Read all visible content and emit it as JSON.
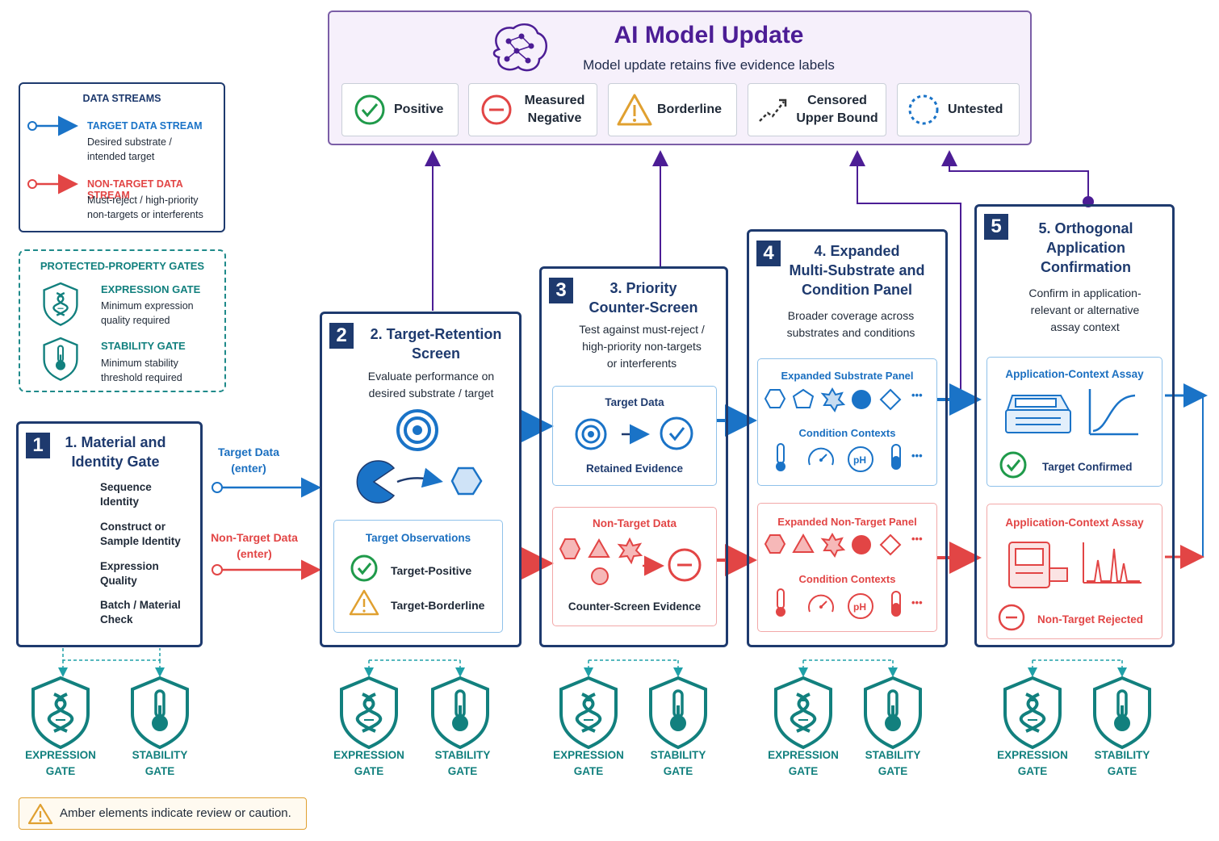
{
  "ai_update": {
    "title": "AI Model Update",
    "subtitle": "Model update retains five evidence labels",
    "labels": [
      {
        "text": "Positive",
        "icon": "check-circle-icon"
      },
      {
        "text": "Measured Negative",
        "icon": "minus-circle-icon"
      },
      {
        "text": "Borderline",
        "icon": "warning-triangle-icon"
      },
      {
        "text": "Censored Upper Bound",
        "icon": "trend-arrow-icon"
      },
      {
        "text": "Untested",
        "icon": "dotted-circle-icon"
      }
    ]
  },
  "legend": {
    "streams_title": "DATA STREAMS",
    "target_title": "TARGET DATA STREAM",
    "target_desc_1": "Desired substrate /",
    "target_desc_2": "intended target",
    "nontarget_title": "NON-TARGET DATA STREAM",
    "nontarget_desc_1": "Must-reject / high-priority",
    "nontarget_desc_2": "non-targets or interferents",
    "gates_title": "PROTECTED-PROPERTY GATES",
    "expr_title": "EXPRESSION GATE",
    "expr_desc_1": "Minimum expression",
    "expr_desc_2": "quality required",
    "stab_title": "STABILITY GATE",
    "stab_desc_1": "Minimum stability",
    "stab_desc_2": "threshold required"
  },
  "flow_labels": {
    "target_1": "Target Data",
    "target_2": "(enter)",
    "nontarget_1": "Non-Target Data",
    "nontarget_2": "(enter)"
  },
  "stage1": {
    "num": "1",
    "title_1": "1. Material and",
    "title_2": "Identity Gate",
    "items": [
      {
        "l1": "Sequence",
        "l2": "Identity"
      },
      {
        "l1": "Construct or",
        "l2": "Sample Identity"
      },
      {
        "l1": "Expression",
        "l2": "Quality"
      },
      {
        "l1": "Batch / Material",
        "l2": "Check"
      }
    ]
  },
  "stage2": {
    "num": "2",
    "title_1": "2. Target-Retention",
    "title_2": "Screen",
    "desc_1": "Evaluate performance on",
    "desc_2": "desired substrate / target",
    "panel_title": "Target Observations",
    "item_1": "Target-Positive",
    "item_2": "Target-Borderline"
  },
  "stage3": {
    "num": "3",
    "title_1": "3. Priority",
    "title_2": "Counter-Screen",
    "desc_1": "Test against must-reject /",
    "desc_2": "high-priority non-targets",
    "desc_3": "or interferents",
    "target_title": "Target Data",
    "target_caption": "Retained Evidence",
    "nontarget_title": "Non-Target Data",
    "nontarget_caption": "Counter-Screen Evidence"
  },
  "stage4": {
    "num": "4",
    "title_1": "4. Expanded",
    "title_2": "Multi-Substrate and",
    "title_3": "Condition Panel",
    "desc_1": "Broader coverage across",
    "desc_2": "substrates and conditions",
    "target_title": "Expanded Substrate Panel",
    "target_cond": "Condition Contexts",
    "nontarget_title": "Expanded Non-Target Panel",
    "nontarget_cond": "Condition Contexts",
    "ph": "pH",
    "more": "•••"
  },
  "stage5": {
    "num": "5",
    "title_1": "5. Orthogonal",
    "title_2": "Application",
    "title_3": "Confirmation",
    "desc_1": "Confirm in application-",
    "desc_2": "relevant or alternative",
    "desc_3": "assay context",
    "target_title": "Application-Context Assay",
    "target_result": "Target Confirmed",
    "nontarget_title": "Application-Context Assay",
    "nontarget_result": "Non-Target Rejected"
  },
  "gates": {
    "expr_1": "EXPRESSION",
    "expr_2": "GATE",
    "stab_1": "STABILITY",
    "stab_2": "GATE"
  },
  "footer": {
    "amber_note": "Amber elements indicate review or caution."
  },
  "colors": {
    "navy": "#1e3a6e",
    "blue": "#1a73c7",
    "red": "#e24545",
    "teal": "#12807e",
    "purple": "#4c1d95",
    "amber": "#e0a030",
    "green": "#1f9a4a"
  }
}
